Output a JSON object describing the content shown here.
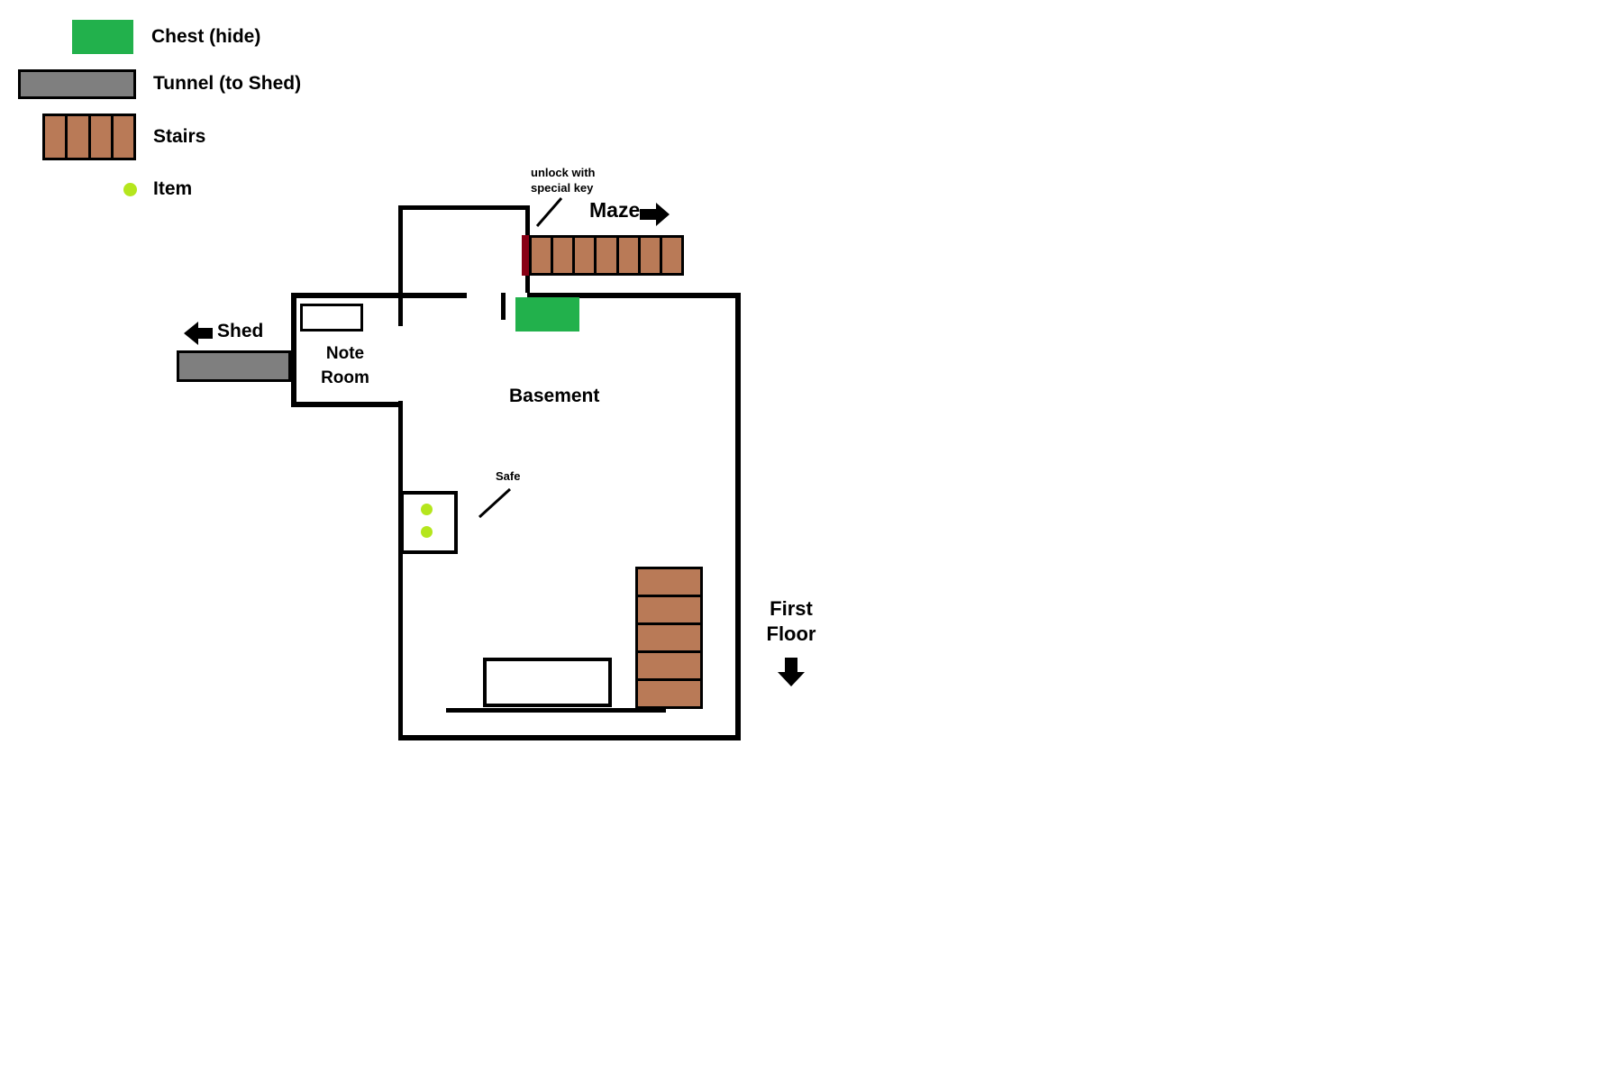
{
  "colors": {
    "chest_green": "#22b14c",
    "tunnel_gray": "#7f7f7f",
    "stairs_brown": "#b97a57",
    "item_lime": "#b5e61d",
    "locked_door_red": "#880015",
    "line_black": "#000000"
  },
  "legend": {
    "chest": "Chest (hide)",
    "tunnel": "Tunnel (to Shed)",
    "stairs": "Stairs",
    "item": "Item"
  },
  "labels": {
    "unlock_line1": "unlock with",
    "unlock_line2": "special key",
    "maze": "Maze",
    "shed": "Shed",
    "note_room_line1": "Note",
    "note_room_line2": "Room",
    "basement": "Basement",
    "safe": "Safe",
    "first_floor_line1": "First",
    "first_floor_line2": "Floor"
  },
  "map": {
    "horizontal_stairs_treads": 7,
    "vertical_stairs_treads": 5,
    "legend_stairs_treads": 4,
    "safe_item_count": 2
  }
}
